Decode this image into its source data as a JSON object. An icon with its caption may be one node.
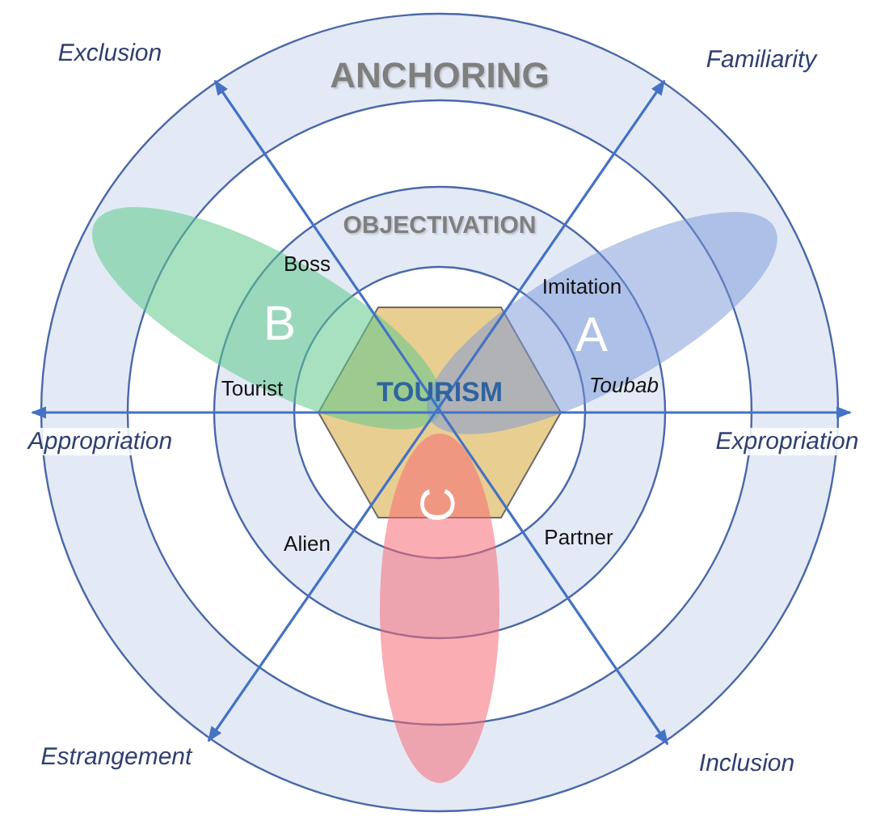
{
  "diagram": {
    "nodes": [
      {
        "text": [
          "ANCHORING"
        ]
      },
      {
        "text": [
          "OBJECTIVATION"
        ],
        "in": 0
      },
      {
        "text": [
          "B"
        ],
        "in": 0
      },
      {
        "text": [
          "A"
        ],
        "in": 0
      },
      {
        "text": [
          "TOURISM"
        ],
        "in": 1
      },
      {
        "text": [
          "C"
        ],
        "in": 0
      }
    ],
    "labels": [
      "Exclusion",
      "Familiarity",
      "Boss",
      "Imitation",
      "Tourist",
      "Toubab",
      "Appropriation",
      "Expropriation",
      "Alien",
      "Partner",
      "Estrangement",
      "Inclusion"
    ]
  }
}
